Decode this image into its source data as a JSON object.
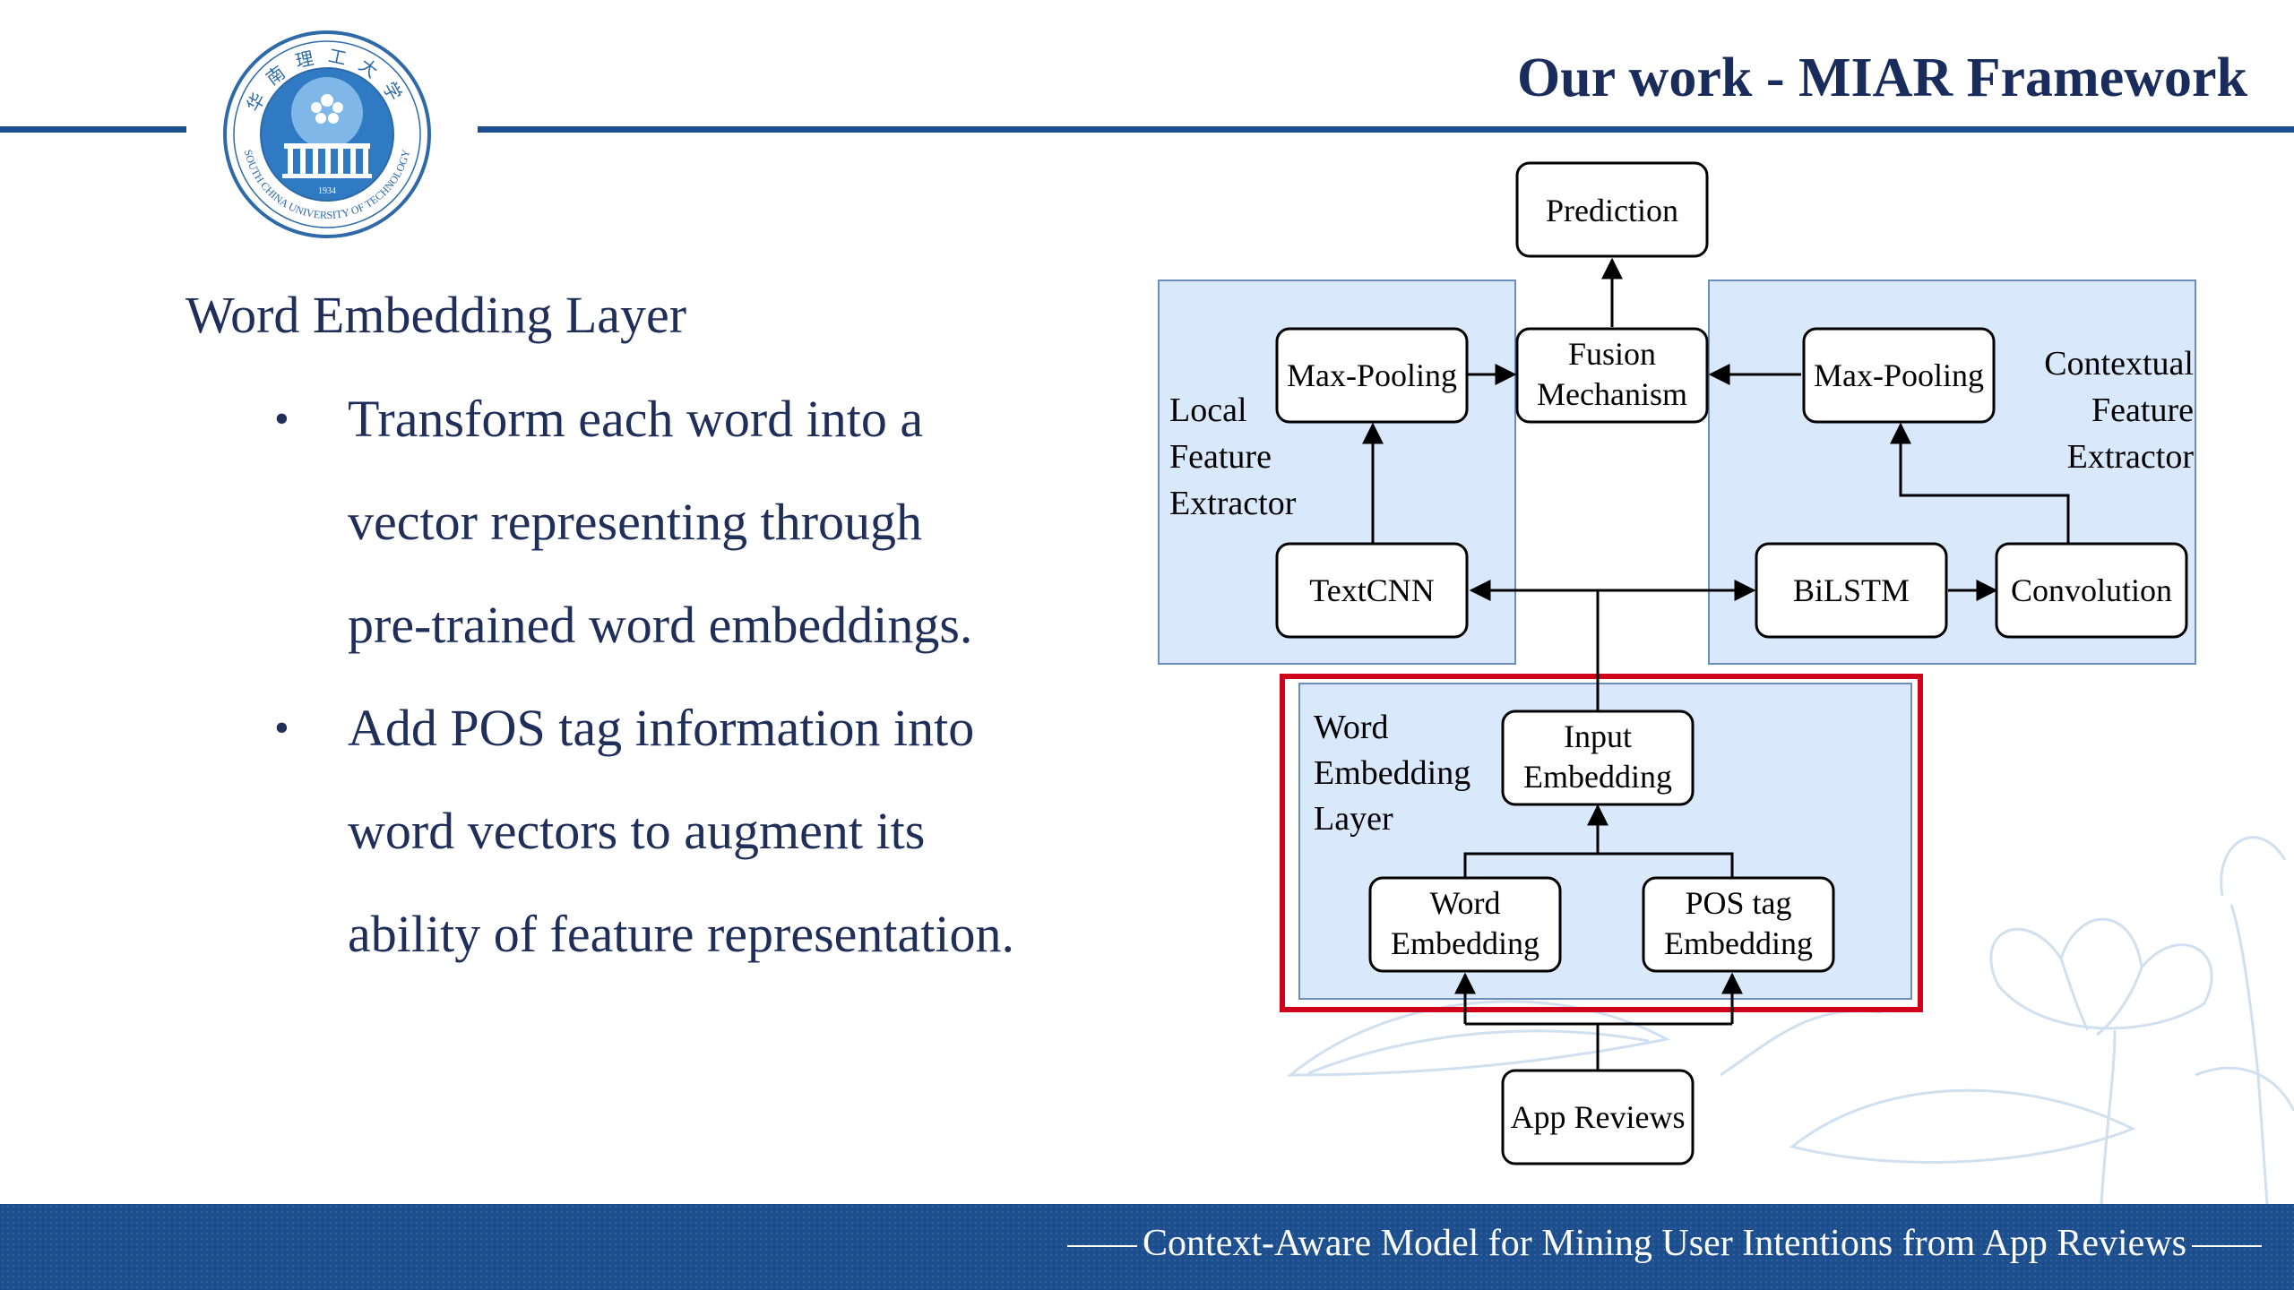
{
  "header": {
    "title": "Our work - MIAR Framework",
    "logo_motto": "华南理工大学",
    "logo_name": "SOUTH CHINA UNIVERSITY OF TECHNOLOGY",
    "logo_year": "1934"
  },
  "content": {
    "heading": "Word Embedding Layer",
    "bullets": [
      {
        "lines": [
          "Transform each word into a",
          "vector representing through",
          "pre-trained word embeddings."
        ]
      },
      {
        "lines": [
          "Add POS tag information into",
          "word vectors to augment its",
          "ability of feature representation."
        ]
      }
    ],
    "bullet_symbol": "•"
  },
  "diagram": {
    "nodes": {
      "prediction": "Prediction",
      "fusion_1": "Fusion",
      "fusion_2": "Mechanism",
      "maxpool_left": "Max-Pooling",
      "maxpool_right": "Max-Pooling",
      "textcnn": "TextCNN",
      "bilstm": "BiLSTM",
      "convolution": "Convolution",
      "input_emb_1": "Input",
      "input_emb_2": "Embedding",
      "word_emb_1": "Word",
      "word_emb_2": "Embedding",
      "pos_emb_1": "POS tag",
      "pos_emb_2": "Embedding",
      "app_reviews": "App Reviews"
    },
    "groups": {
      "local": [
        "Local",
        "Feature",
        "Extractor"
      ],
      "contextual": [
        "Contextual",
        "Feature",
        "Extractor"
      ],
      "word_layer": [
        "Word",
        "Embedding",
        "Layer"
      ]
    },
    "colors": {
      "group_fill": "#dae8fc",
      "group_stroke": "#6c8ebf",
      "highlight": "#d0021b",
      "line": "#000000"
    }
  },
  "footer": {
    "text": "Context-Aware Model for Mining User Intentions from App Reviews"
  }
}
